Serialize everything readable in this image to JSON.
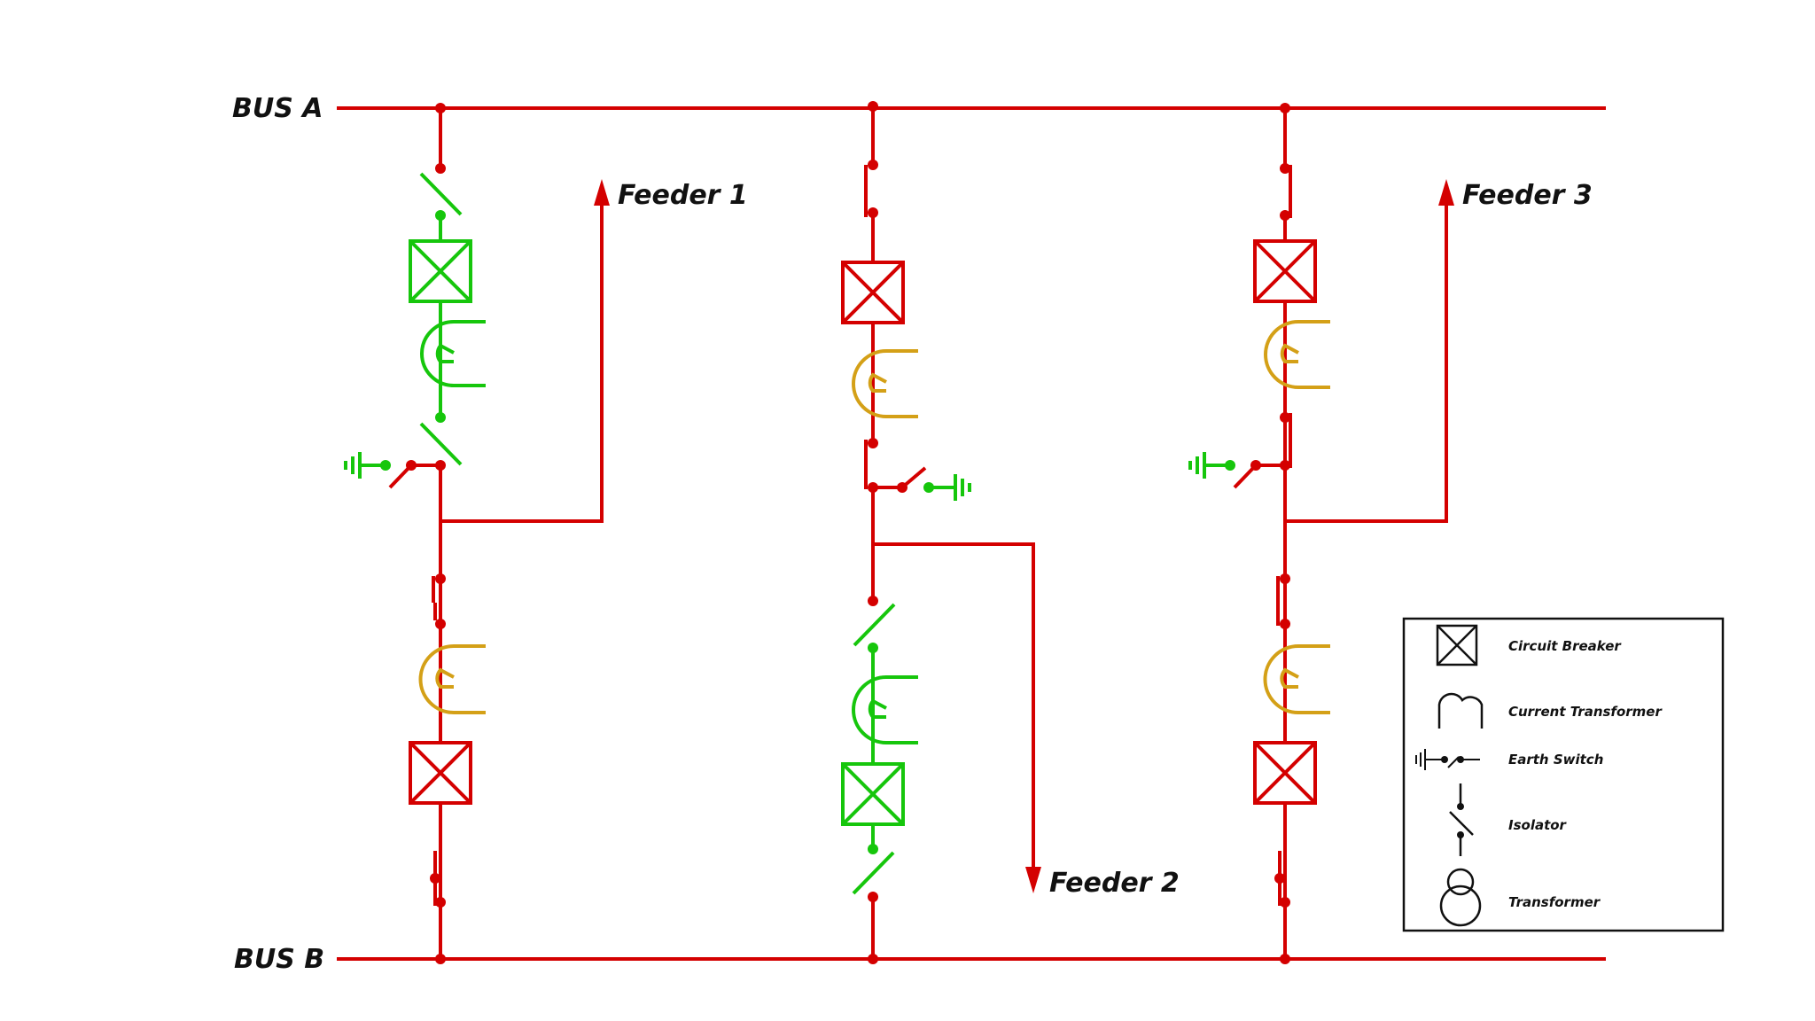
{
  "buses": {
    "bus_a": "BUS A",
    "bus_b": "BUS B"
  },
  "feeders": {
    "feeder_1": "Feeder 1",
    "feeder_2": "Feeder 2",
    "feeder_3": "Feeder 3"
  },
  "legend": {
    "items": [
      {
        "label": "Circuit Breaker",
        "symbol": "circuit-breaker-icon"
      },
      {
        "label": "Current Transformer",
        "symbol": "current-transformer-icon"
      },
      {
        "label": "Earth Switch",
        "symbol": "earth-switch-icon"
      },
      {
        "label": "Isolator",
        "symbol": "isolator-icon"
      },
      {
        "label": "Transformer",
        "symbol": "transformer-icon"
      }
    ]
  },
  "colors": {
    "energized": "#d40000",
    "open": "#16c60c",
    "current_transformer": "#d4a017",
    "legend": "#111111"
  }
}
